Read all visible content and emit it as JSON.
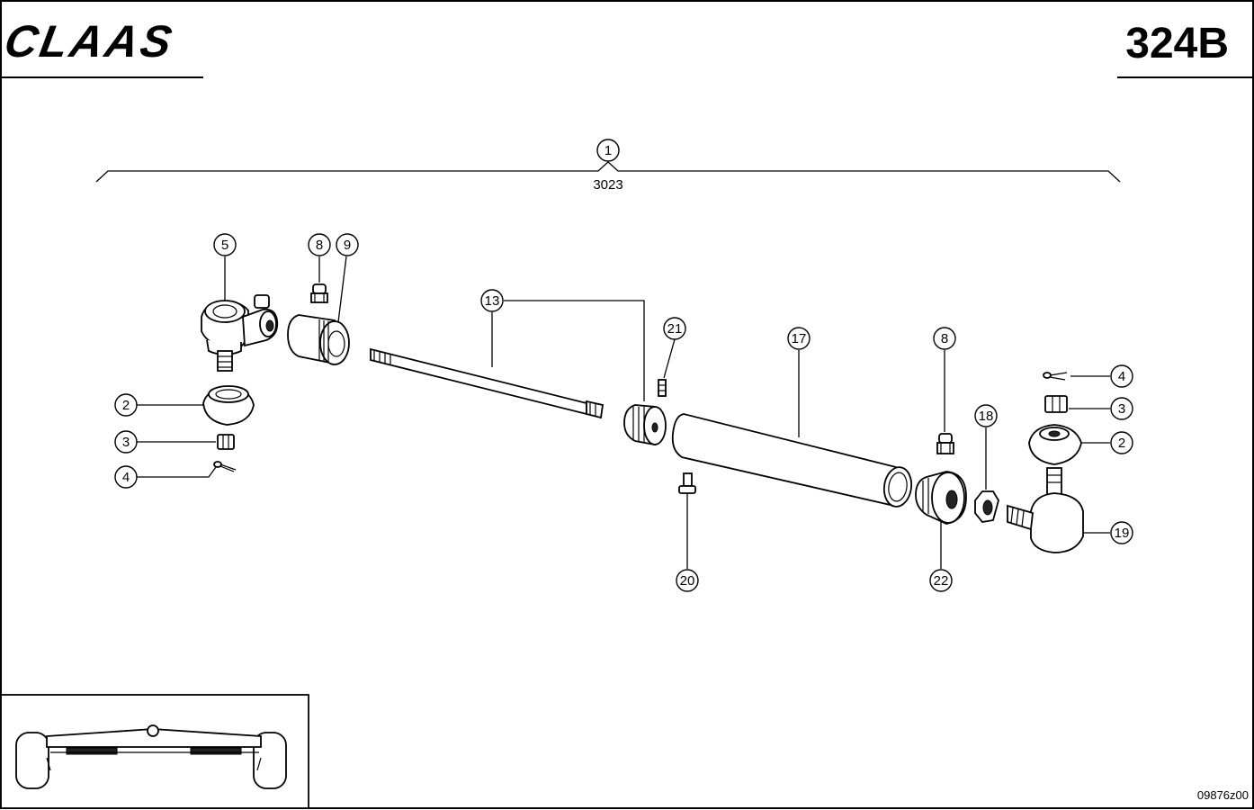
{
  "header": {
    "brand_logo_text": "CLAAS",
    "page_code": "324B"
  },
  "assembly": {
    "callout": "1",
    "part_number": "3023"
  },
  "callouts": {
    "c5": "5",
    "c8a": "8",
    "c9": "9",
    "c2a": "2",
    "c3a": "3",
    "c4a": "4",
    "c13": "13",
    "c21": "21",
    "c17": "17",
    "c8b": "8",
    "c18": "18",
    "c4b": "4",
    "c3b": "3",
    "c2b": "2",
    "c19": "19",
    "c20": "20",
    "c22": "22"
  },
  "footer": {
    "drawing_id": "09876z00"
  }
}
